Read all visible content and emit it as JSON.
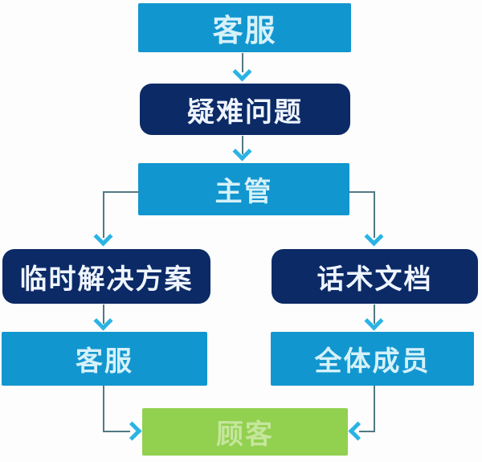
{
  "diagram": {
    "type": "flowchart",
    "direction": "top-down",
    "nodes": [
      {
        "id": "customer_service_top",
        "label": "客服",
        "shape": "rect",
        "fill": "light_blue"
      },
      {
        "id": "difficult_issue",
        "label": "疑难问题",
        "shape": "rounded",
        "fill": "dark_navy"
      },
      {
        "id": "supervisor",
        "label": "主管",
        "shape": "rect",
        "fill": "light_blue"
      },
      {
        "id": "temporary_solution",
        "label": "临时解决方案",
        "shape": "rounded",
        "fill": "dark_navy"
      },
      {
        "id": "script_document",
        "label": "话术文档",
        "shape": "rounded",
        "fill": "dark_navy"
      },
      {
        "id": "customer_service_bottom",
        "label": "客服",
        "shape": "rect",
        "fill": "light_blue"
      },
      {
        "id": "all_members",
        "label": "全体成员",
        "shape": "rect",
        "fill": "light_blue"
      },
      {
        "id": "customer",
        "label": "顾客",
        "shape": "rect",
        "fill": "green"
      }
    ],
    "edges": [
      {
        "from": "customer_service_top",
        "to": "difficult_issue"
      },
      {
        "from": "difficult_issue",
        "to": "supervisor"
      },
      {
        "from": "supervisor",
        "to": "temporary_solution"
      },
      {
        "from": "supervisor",
        "to": "script_document"
      },
      {
        "from": "temporary_solution",
        "to": "customer_service_bottom"
      },
      {
        "from": "script_document",
        "to": "all_members"
      },
      {
        "from": "customer_service_bottom",
        "to": "customer"
      },
      {
        "from": "all_members",
        "to": "customer"
      }
    ]
  },
  "theme": {
    "colors": {
      "light_blue": "#1296CF",
      "dark_navy": "#0B2A66",
      "green": "#92D050",
      "line": "#517A82",
      "arrow": "#2BB3E4",
      "text_on_blue": "#D6F1FA",
      "text_on_navy": "#EFF5FF",
      "text_on_green": "#C5E69C",
      "background": "#FDFDFD"
    }
  }
}
